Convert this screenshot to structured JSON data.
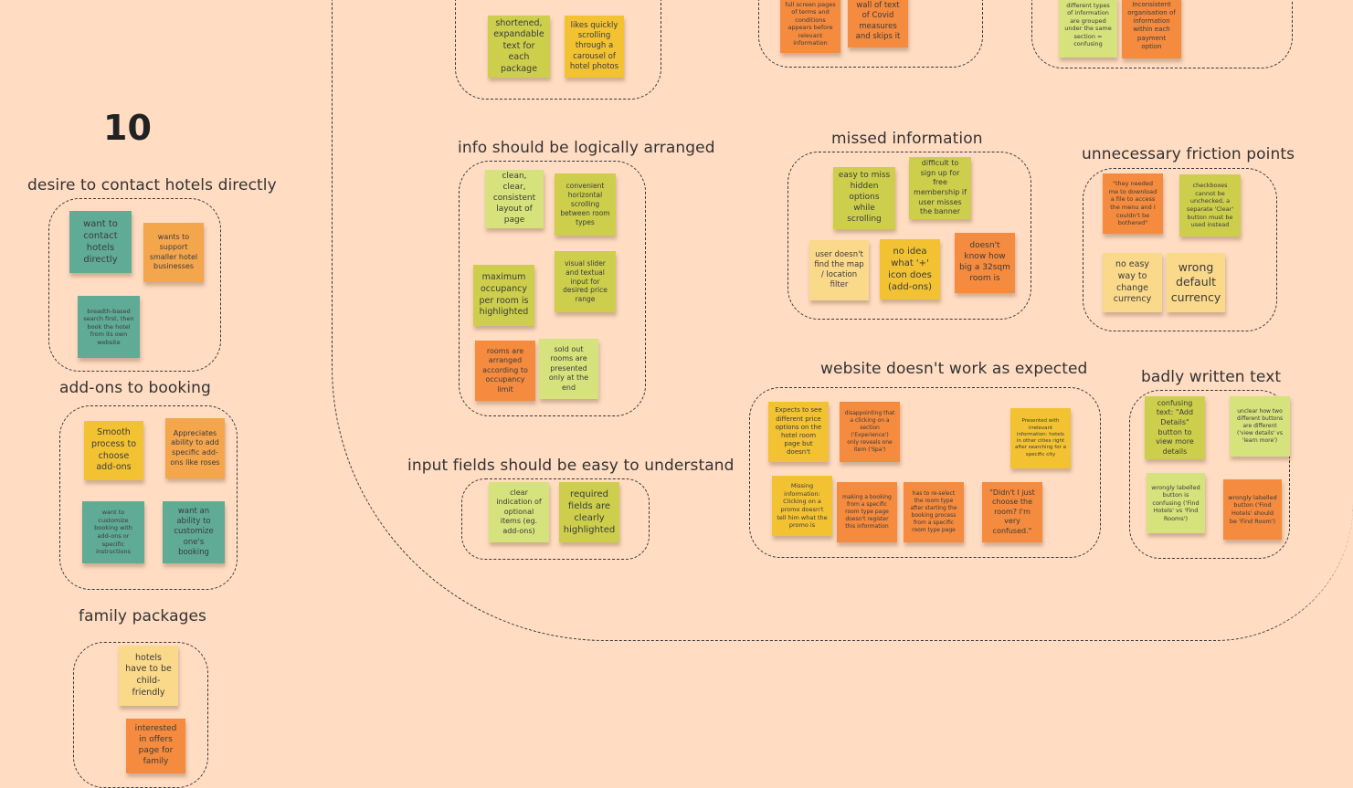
{
  "board": {
    "background": "#ffdcc2",
    "page_number": "10"
  },
  "colors": {
    "teal": "#5fab95",
    "orange": "#f4a64d",
    "yellow": "#f2c233",
    "olive": "#cdcf4c",
    "lime": "#d6e27b",
    "tangerine": "#f58b3e",
    "pale_yellow": "#fbd98a"
  },
  "clusters": {
    "contact_hotels": {
      "title": "desire to contact hotels directly",
      "notes": [
        "want to contact hotels directly",
        "wants to support smaller hotel businesses",
        "breadth-based search first, then book the hotel from its own website"
      ]
    },
    "addons": {
      "title": "add-ons to booking",
      "notes": [
        "Smooth process to choose add-ons",
        "Appreciates ability to add specific add-ons like roses",
        "want to customize booking with add-ons or specific instructions",
        "want an ability to customize one's booking"
      ]
    },
    "family": {
      "title": "family packages",
      "notes": [
        "hotels have to be child-friendly",
        "interested in offers page for family"
      ]
    },
    "top_left": {
      "notes": [
        "shortened, expandable text for each package",
        "likes quickly scrolling through a carousel of hotel photos"
      ]
    },
    "top_mid": {
      "notes": [
        "full screen pages of terms and conditions appears before relevant information",
        "wall of text of Covid measures and skips it"
      ]
    },
    "top_right": {
      "notes": [
        "different types of information are grouped under the same section = confusing",
        "Inconsistent organisation of information within each payment option"
      ]
    },
    "logical": {
      "title": "info should be logically arranged",
      "notes": [
        "clean, clear, consistent layout of page",
        "convenient horizontal scrolling between room types",
        "maximum occupancy per room is highlighted",
        "visual slider and textual input for desired price range",
        "rooms are arranged according to occupancy limit",
        "sold out rooms are presented only at the end"
      ]
    },
    "input_fields": {
      "title": "input fields should be easy to understand",
      "notes": [
        "clear indication of optional items (eg. add-ons)",
        "required fields are clearly highlighted"
      ]
    },
    "missed": {
      "title": "missed information",
      "notes": [
        "easy to miss hidden options while scrolling",
        "difficult to sign up for free membership if user misses the banner",
        "user doesn't find the map / location filter",
        "no idea what '+' icon does (add-ons)",
        "doesn't know how big a 32sqm room is"
      ]
    },
    "friction": {
      "title": "unnecessary friction points",
      "notes": [
        "\"they needed me to download a file to access the menu and I couldn't be bothered\"",
        "checkboxes cannot be unchecked, a separate 'Clear' button must be used instead",
        "no easy way to change currency",
        "wrong default currency"
      ]
    },
    "website": {
      "title": "website doesn't work as expected",
      "notes": [
        "Expects to see different price options on the hotel room page but doesn't",
        "disappointing that a clicking on a section ('Experience') only reveals one item ('Spa')",
        "Presented with irrelevant information: hotels in other cities right after searching for a specific city",
        "Missing information: Clicking on a promo doesn't tell him what the promo is",
        "making a booking from a specific room type page doesn't register this information",
        "has to re-select the room type after starting the booking process from a specific room type page",
        "\"Didn't I just choose the room? I'm very confused.\""
      ]
    },
    "badly_written": {
      "title": "badly written text",
      "notes": [
        "confusing text: \"Add Details\" button to view more details",
        "unclear how two different buttons are different ('view details' vs 'learn more')",
        "wrongly labelled button is confusing ('Find Hotels' vs 'Find Rooms')",
        "wrongly labelled button ('Find Hotels' should be 'Find Room')"
      ]
    }
  }
}
